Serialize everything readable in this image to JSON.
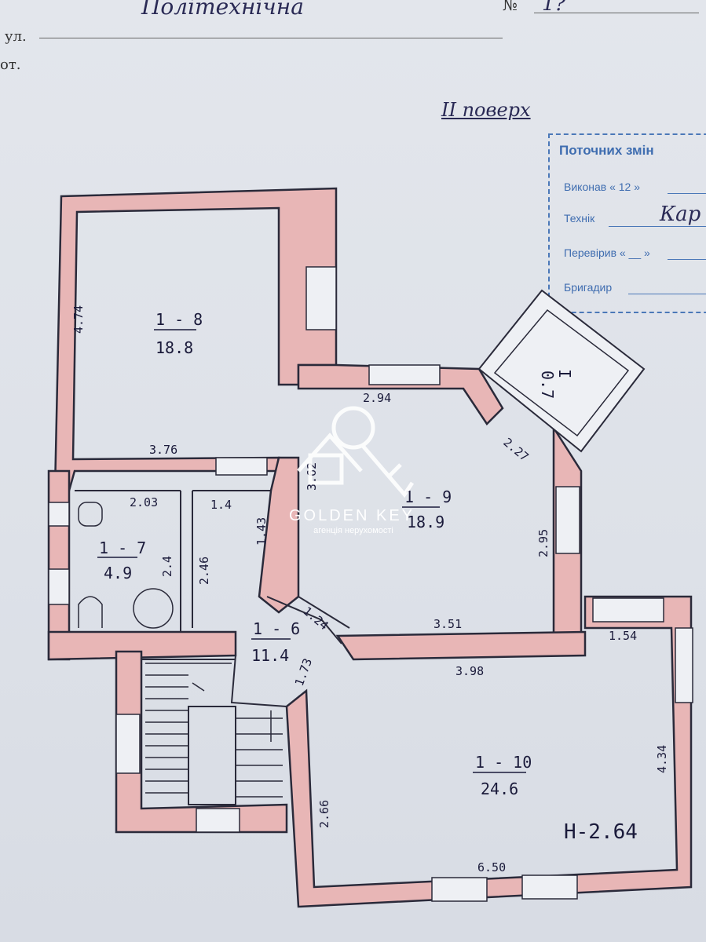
{
  "header": {
    "street_prefix": "ул.",
    "street_name": "Політехнічна",
    "number_prefix": "№",
    "number_value": "1?",
    "apt_prefix": "от."
  },
  "floor_title": "ІІ поверх",
  "stamp": {
    "title": "Поточних змін",
    "row1": "Виконав « 12 »",
    "row2": "Технік",
    "row2_value": "Кар",
    "row3": "Перевірив « __ »",
    "row4": "Бригадир"
  },
  "rooms": [
    {
      "id": "1 - 8",
      "area": "18.8"
    },
    {
      "id": "1 - 9",
      "area": "18.9"
    },
    {
      "id": "1 - 7",
      "area": "4.9"
    },
    {
      "id": "1 - 6",
      "area": "11.4"
    },
    {
      "id": "1 - 10",
      "area": "24.6"
    },
    {
      "id": "I",
      "area": "0.7"
    }
  ],
  "dimensions": [
    "4.74",
    "3.76",
    "2.94",
    "2.27",
    "3.62",
    "2.95",
    "2.03",
    "1.4",
    "1.43",
    "2.46",
    "2.4",
    "1.24",
    "3.51",
    "1.54",
    "3.98",
    "1.73",
    "4.34",
    "2.66",
    "6.50"
  ],
  "height_note": "H-2.64",
  "watermark": {
    "brand": "GOLDEN KEY",
    "tagline": "агенція нерухомості"
  }
}
